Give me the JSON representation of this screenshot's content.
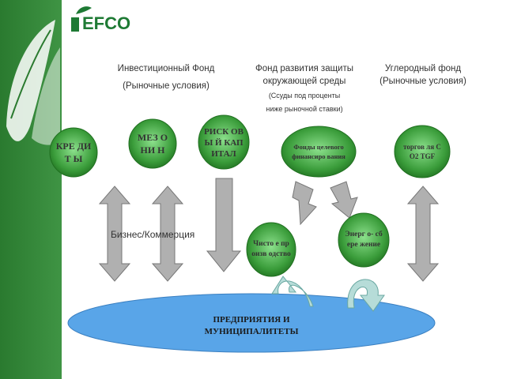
{
  "logo": {
    "text": "EFCO"
  },
  "columns": {
    "investment": {
      "line1": "Инвестиционный Фонд",
      "line2": "(Рыночные условия)"
    },
    "environment": {
      "line1": "Фонд развития защиты",
      "line2": "окружающей среды",
      "line3": "(Ссуды под проценты",
      "line4": "ниже рыночной ставки)"
    },
    "carbon": {
      "line1": "Углеродный фонд",
      "line2": "(Рыночные условия)"
    }
  },
  "nodes": {
    "credits": "КРЕ ДИТ Ы",
    "mezzanine": "МЕЗ ОНИ Н",
    "venture": "РИСК ОВЫ Й КАП ИТАЛ",
    "target_funding": "Фонды целевого финансиро вания",
    "co2_trade": "торгов ля СО2 TGF",
    "clean_production": "Чисто е произв одство",
    "energy_saving": "Энерг о- сбере жение"
  },
  "business_label": "Бизнес/Коммерция",
  "enterprises": {
    "line1": "ПРЕДПРИЯТИЯ И",
    "line2": "МУНИЦИПАЛИТЕТЫ"
  },
  "colors": {
    "green_bar": "#2e7d32",
    "node_fill": "#2f8f2f",
    "arrow_fill": "#b0b0b0",
    "ellipse_fill": "#59a5e8",
    "curl_fill": "#b6dcd8",
    "logo_green": "#1e7a34"
  }
}
